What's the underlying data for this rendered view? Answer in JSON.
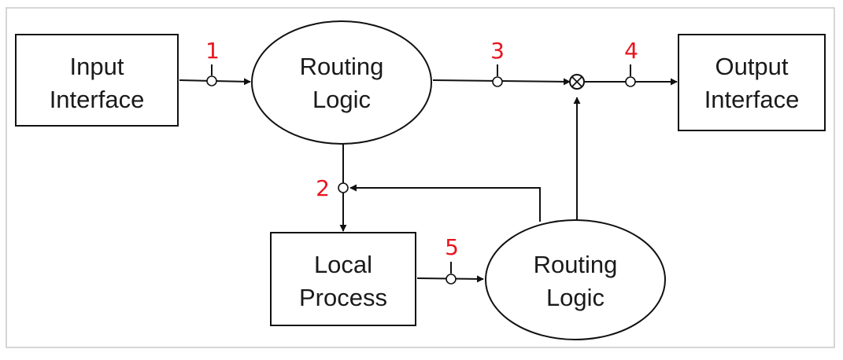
{
  "nodes": {
    "input_interface": {
      "line1": "Input",
      "line2": "Interface"
    },
    "routing_logic_top": {
      "line1": "Routing",
      "line2": "Logic"
    },
    "output_interface": {
      "line1": "Output",
      "line2": "Interface"
    },
    "local_process": {
      "line1": "Local",
      "line2": "Process"
    },
    "routing_logic_bottom": {
      "line1": "Routing",
      "line2": "Logic"
    }
  },
  "taps": [
    "1",
    "2",
    "3",
    "4",
    "5"
  ],
  "colors": {
    "tap_number": "#e8141e",
    "stroke": "#111111",
    "frame": "#c8c8c8"
  }
}
